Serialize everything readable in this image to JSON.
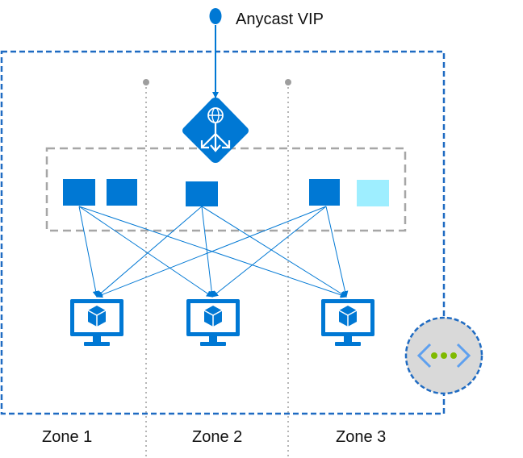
{
  "vip": {
    "label": "Anycast VIP"
  },
  "zones": [
    {
      "label": "Zone 1"
    },
    {
      "label": "Zone 2"
    },
    {
      "label": "Zone 3"
    }
  ],
  "colors": {
    "accent": "#0078D4",
    "instance_inactive": "#9EEEFF",
    "region_border": "#1F6BC2",
    "zone_line": "#9E9E9E",
    "scale_set_border": "#A6A6A6",
    "vnet_bg": "#D9D9D9"
  },
  "icons": {
    "vip": "endpoint-dot-icon",
    "load_balancer": "load-balancer-icon",
    "vm": "virtual-machine-icon",
    "vnet": "virtual-network-icon"
  },
  "instances": [
    {
      "zone": 1,
      "active": true
    },
    {
      "zone": 1,
      "active": true
    },
    {
      "zone": 2,
      "active": true
    },
    {
      "zone": 3,
      "active": true
    },
    {
      "zone": 3,
      "active": false
    }
  ]
}
